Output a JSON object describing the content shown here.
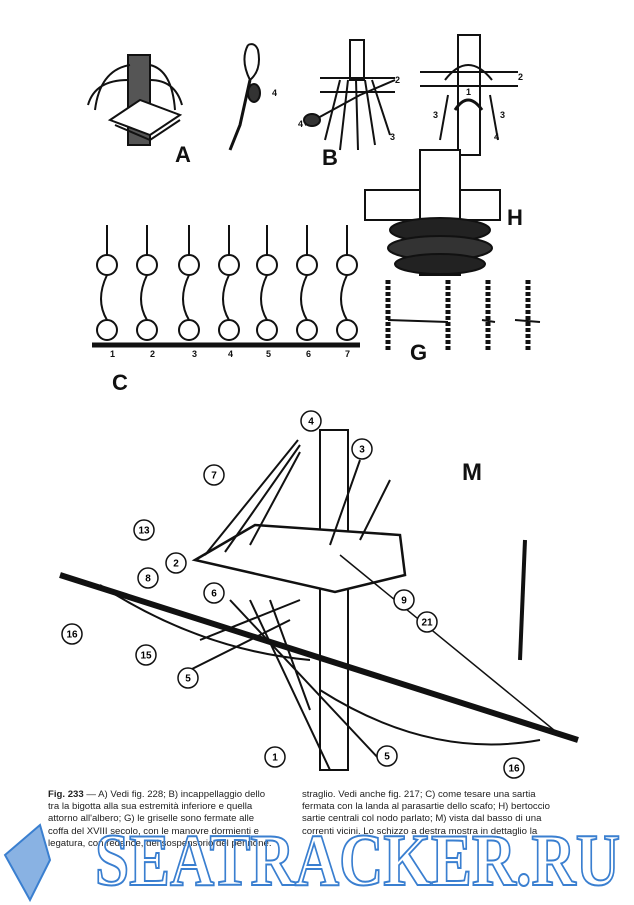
{
  "figure_labels": {
    "A": "A",
    "B": "B",
    "C": "C",
    "H": "H",
    "G": "G",
    "M": "M"
  },
  "detail_b_numbers": [
    "2",
    "3",
    "4"
  ],
  "detail_loop_number": "4",
  "detail_right_numbers": [
    "1",
    "2",
    "3",
    "3",
    "4"
  ],
  "detail_c_steps": [
    "1",
    "2",
    "3",
    "4",
    "5",
    "6",
    "7"
  ],
  "detail_m_callouts": [
    "1",
    "2",
    "3",
    "4",
    "5",
    "5",
    "6",
    "7",
    "8",
    "9",
    "13",
    "15",
    "16",
    "16",
    "21"
  ],
  "caption": {
    "fig_number": "Fig. 233",
    "col1": [
      "— A) Vedi fig. 228; B) incappellaggio dello",
      "tra la bigotta alla sua estremità inferiore e quella",
      "attorno all'albero; G) le griselle sono fermate alle",
      "coffa del XVIII secolo, con le manovre dormienti e",
      "legatura, con redance, del sospensorio del pennone."
    ],
    "col2": [
      "straglio. Vedi anche fig. 217; C) come tesare una sartia",
      "fermata con la landa al parasartie dello scafo; H) bertoccio",
      "sartie centrali col nodo parlato; M) vista dal basso di una",
      "correnti vicini. Lo schizzo a destra mostra in dettaglio la"
    ]
  },
  "watermark": "SEATRACKER.RU",
  "colors": {
    "ink": "#111111",
    "watermark": "#3a7fd0"
  }
}
